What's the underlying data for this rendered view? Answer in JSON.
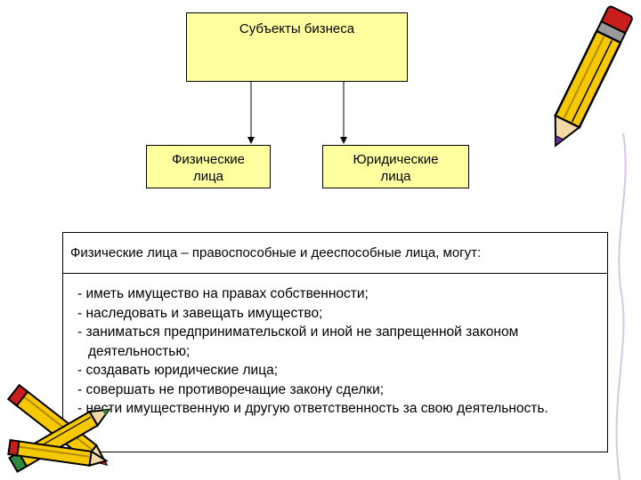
{
  "diagram": {
    "root": {
      "label": "Субъекты бизнеса"
    },
    "children": [
      {
        "label_line1": "Физические",
        "label_line2": "лица"
      },
      {
        "label_line1": "Юридические",
        "label_line2": "лица"
      }
    ]
  },
  "info": {
    "heading": "Физические лица – правоспособные и дееспособные лица, могут:",
    "items": [
      "- иметь имущество на правах собственности;",
      "- наследовать и завещать имущество;",
      "- заниматься предпринимательской и иной не запрещенной законом деятельностью;",
      "- создавать юридические лица;",
      "- совершать не противоречащие закону сделки;",
      "- нести имущественную и другую ответственность за свою деятельность."
    ]
  },
  "colors": {
    "box_fill": "#ffffa0",
    "pencil_body": "#f5c800",
    "pencil_outline": "#000000",
    "pencil_accent_red": "#c81e1e",
    "pencil_accent_purple": "#6a2f9a"
  },
  "icons": [
    "pencil-icon",
    "pencils-icon"
  ]
}
